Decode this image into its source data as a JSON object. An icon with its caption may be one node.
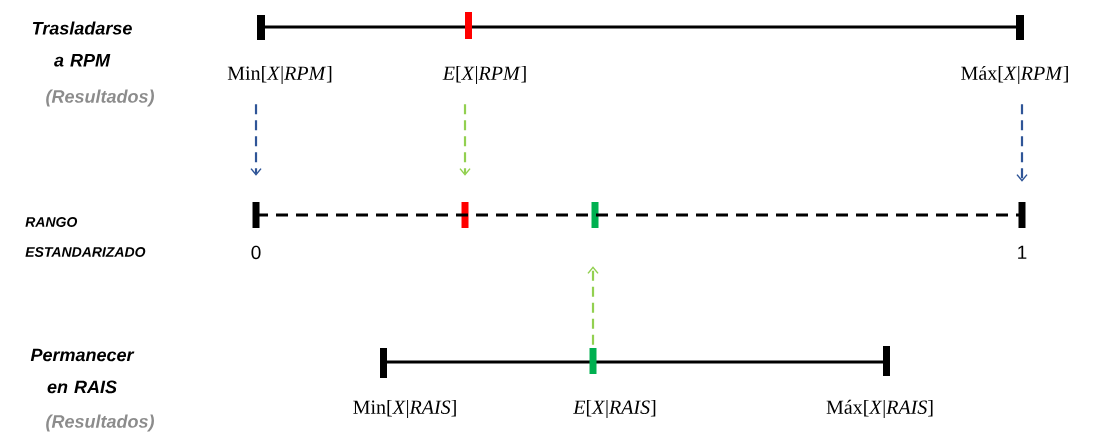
{
  "diagram": {
    "nodes": [
      {
        "text": [
          "Min[*X*|*RPM*]"
        ]
      },
      {
        "text": [
          "*E*[*X*|*RPM*]"
        ]
      },
      {
        "text": [
          "Máx[*X*|*RPM*]"
        ]
      },
      {
        "text": [],
        "shape": "bar",
        "beside": [
          "0"
        ]
      },
      {
        "text": [],
        "shape": "bar"
      },
      {
        "text": [],
        "shape": "bar"
      },
      {
        "text": [],
        "shape": "bar",
        "beside": [
          "1"
        ]
      },
      {
        "text": [],
        "shape": "bar"
      }
    ],
    "edges": [
      {
        "from": 0,
        "to": 3,
        "arrow": "to",
        "style": "dashed",
        "color": "#2f5597"
      },
      {
        "from": 1,
        "to": 4,
        "arrow": "to",
        "style": "dashed",
        "color": "#92d050"
      },
      {
        "from": 2,
        "to": 6,
        "arrow": "to",
        "style": "dashed",
        "color": "#2f5597"
      },
      {
        "from": 7,
        "to": 5,
        "arrow": "to",
        "style": "dashed",
        "color": "#92d050"
      },
      {
        "from": 3,
        "to": 6,
        "arrow": "none",
        "style": "dashed",
        "color": "#000000"
      }
    ],
    "labels": [
      "Trasladarse a RPM",
      "(Resultados)",
      "RANGO ESTANDARIZADO",
      "Permanecer en RAIS",
      "(Resultados)",
      "Min[*X*|*RAIS*]",
      "*E*[*X*|*RAIS*]",
      "Máx[*X*|*RAIS*]"
    ]
  }
}
